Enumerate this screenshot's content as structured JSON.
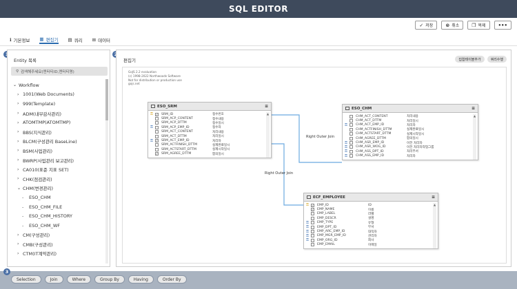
{
  "app_title": "SQL EDITOR",
  "actions": [
    {
      "icon": "check-icon",
      "glyph": "✓",
      "label": "저장"
    },
    {
      "icon": "cancel-icon",
      "glyph": "⊗",
      "label": "취소"
    },
    {
      "icon": "copy-icon",
      "glyph": "❐",
      "label": "복제"
    },
    {
      "icon": "more-icon",
      "glyph": "•••",
      "label": ""
    }
  ],
  "tabs": [
    {
      "icon": "info-icon",
      "glyph": "ℹ",
      "label": "기본정보"
    },
    {
      "icon": "table-icon",
      "glyph": "▦",
      "label": "편집기"
    },
    {
      "icon": "query-icon",
      "glyph": "▤",
      "label": "쿼리"
    },
    {
      "icon": "data-icon",
      "glyph": "⊞",
      "label": "데이터"
    }
  ],
  "badges": [
    "1",
    "2",
    "3"
  ],
  "entity_panel": {
    "title": "Entity 목록",
    "search_placeholder": "검색해주세요(엔터티ID,엔터티명)",
    "tree": [
      {
        "label": "Workflow",
        "caret": "⌄",
        "level": 0
      },
      {
        "label": "1001(Web Documents)",
        "caret": "›",
        "level": 1
      },
      {
        "label": "999(Template)",
        "caret": "›",
        "level": 1
      },
      {
        "label": "ADM(내부감사관리)",
        "caret": "›",
        "level": 1
      },
      {
        "label": "ATOMTMP(ATOMTMP)",
        "caret": "›",
        "level": 1
      },
      {
        "label": "BBS(지식관리)",
        "caret": "›",
        "level": 1
      },
      {
        "label": "BLCM(구성관리 BaseLine)",
        "caret": "›",
        "level": 1
      },
      {
        "label": "BSM(사업관리)",
        "caret": "›",
        "level": 1
      },
      {
        "label": "BWRP(사업관리 보고관리)",
        "caret": "›",
        "level": 1
      },
      {
        "label": "CA010(표준 지표 SET)",
        "caret": "›",
        "level": 1
      },
      {
        "label": "CHK(점검관리)",
        "caret": "›",
        "level": 1
      },
      {
        "label": "CHM(변경관리)",
        "caret": "⌄",
        "level": 1
      },
      {
        "label": "ESO_CHM",
        "caret": "-",
        "level": 2
      },
      {
        "label": "ESO_CHM_FILE",
        "caret": "-",
        "level": 2
      },
      {
        "label": "ESO_CHM_HISTORY",
        "caret": "-",
        "level": 2
      },
      {
        "label": "ESO_CHM_WF",
        "caret": "-",
        "level": 2
      },
      {
        "label": "CM(구성관리)",
        "caret": "›",
        "level": 1
      },
      {
        "label": "CMB(구성관리)",
        "caret": "›",
        "level": 1
      },
      {
        "label": "CTM(IT계약관리)",
        "caret": "›",
        "level": 1
      }
    ]
  },
  "editor_panel": {
    "title": "편집기",
    "buttons": [
      "집합테이블추가",
      "쿼리수행"
    ],
    "eval_lines": [
      "GoJS 2.2 evaluation",
      "(c) 1998-2022 Northwoods Software",
      "Not for distribution or production use",
      "gojs.net"
    ],
    "join_labels": [
      "Right Outer Join",
      "Right Outer Join"
    ],
    "tables": [
      {
        "name": "ESO_SRM",
        "rows": [
          {
            "key": "pk",
            "checked": true,
            "col": "SRM_ID",
            "alias": "접수번호"
          },
          {
            "key": "",
            "checked": false,
            "col": "SRM_ACP_CONTENT",
            "alias": "접수내용"
          },
          {
            "key": "",
            "checked": false,
            "col": "SRM_ACP_DTTM",
            "alias": "접수일시"
          },
          {
            "key": "fk",
            "checked": false,
            "col": "SRM_ACP_EMP_ID",
            "alias": "접수자"
          },
          {
            "key": "",
            "checked": false,
            "col": "SRM_ACT_CONTENT",
            "alias": "처리내용"
          },
          {
            "key": "",
            "checked": false,
            "col": "SRM_ACT_DTTM",
            "alias": "처리일시"
          },
          {
            "key": "fk",
            "checked": true,
            "col": "SRM_ACT_EMP_ID",
            "alias": "처리자"
          },
          {
            "key": "",
            "checked": false,
            "col": "SRM_ACTFINISH_DTTM",
            "alias": "실제완료일시"
          },
          {
            "key": "",
            "checked": false,
            "col": "SRM_ACTSTART_DTTM",
            "alias": "실제시작일시"
          },
          {
            "key": "",
            "checked": true,
            "col": "SRM_AGREE_DTTM",
            "alias": "합의일시"
          }
        ]
      },
      {
        "name": "ESO_CHM",
        "rows": [
          {
            "key": "",
            "checked": false,
            "col": "CHM_ACT_CONTENT",
            "alias": "처리내용"
          },
          {
            "key": "",
            "checked": false,
            "col": "CHM_ACT_DTTM",
            "alias": "처리일시"
          },
          {
            "key": "fk",
            "checked": false,
            "col": "CHM_ACT_EMP_ID",
            "alias": "처리자"
          },
          {
            "key": "",
            "checked": false,
            "col": "CHM_ACTFINISH_DTTM",
            "alias": "실제완료일시"
          },
          {
            "key": "",
            "checked": false,
            "col": "CHM_ACTSTART_DTTM",
            "alias": "실제시작일시"
          },
          {
            "key": "",
            "checked": false,
            "col": "CHM_AGREE_DTTM",
            "alias": "합의일시"
          },
          {
            "key": "fk",
            "checked": false,
            "col": "CHM_ASR_EMP_ID",
            "alias": "이전 처리자"
          },
          {
            "key": "fk",
            "checked": false,
            "col": "CHM_ASR_WOG_ID",
            "alias": "이전 처리자작업그룹"
          },
          {
            "key": "fk",
            "checked": false,
            "col": "CHM_ASS_DPT_ID",
            "alias": "처리부서"
          },
          {
            "key": "fk",
            "checked": false,
            "col": "CHM_ASS_EMP_ID",
            "alias": "처리자"
          }
        ]
      },
      {
        "name": "ECF_EMPLOYEE",
        "rows": [
          {
            "key": "pk",
            "checked": true,
            "col": "EMP_ID",
            "alias": "ID"
          },
          {
            "key": "",
            "checked": true,
            "col": "EMP_NAME",
            "alias": "이름"
          },
          {
            "key": "",
            "checked": false,
            "col": "EMP_LABEL",
            "alias": "라벨"
          },
          {
            "key": "",
            "checked": false,
            "col": "EMP_DESCR",
            "alias": "설명"
          },
          {
            "key": "fk",
            "checked": false,
            "col": "EMP_TYPE",
            "alias": "유형"
          },
          {
            "key": "fk",
            "checked": false,
            "col": "EMP_DPT_ID",
            "alias": "부서"
          },
          {
            "key": "fk",
            "checked": false,
            "col": "EMP_ARC_EMP_ID",
            "alias": "대직자"
          },
          {
            "key": "fk",
            "checked": false,
            "col": "EMP_MGR_EMP_ID",
            "alias": "관리자"
          },
          {
            "key": "fk",
            "checked": false,
            "col": "EMP_ORG_ID",
            "alias": "회사"
          },
          {
            "key": "",
            "checked": false,
            "col": "EMP_EMAIL",
            "alias": "이메일"
          }
        ]
      }
    ]
  },
  "bottom_chips": [
    "Selection",
    "Join",
    "Where",
    "Group By",
    "Having",
    "Order By"
  ]
}
